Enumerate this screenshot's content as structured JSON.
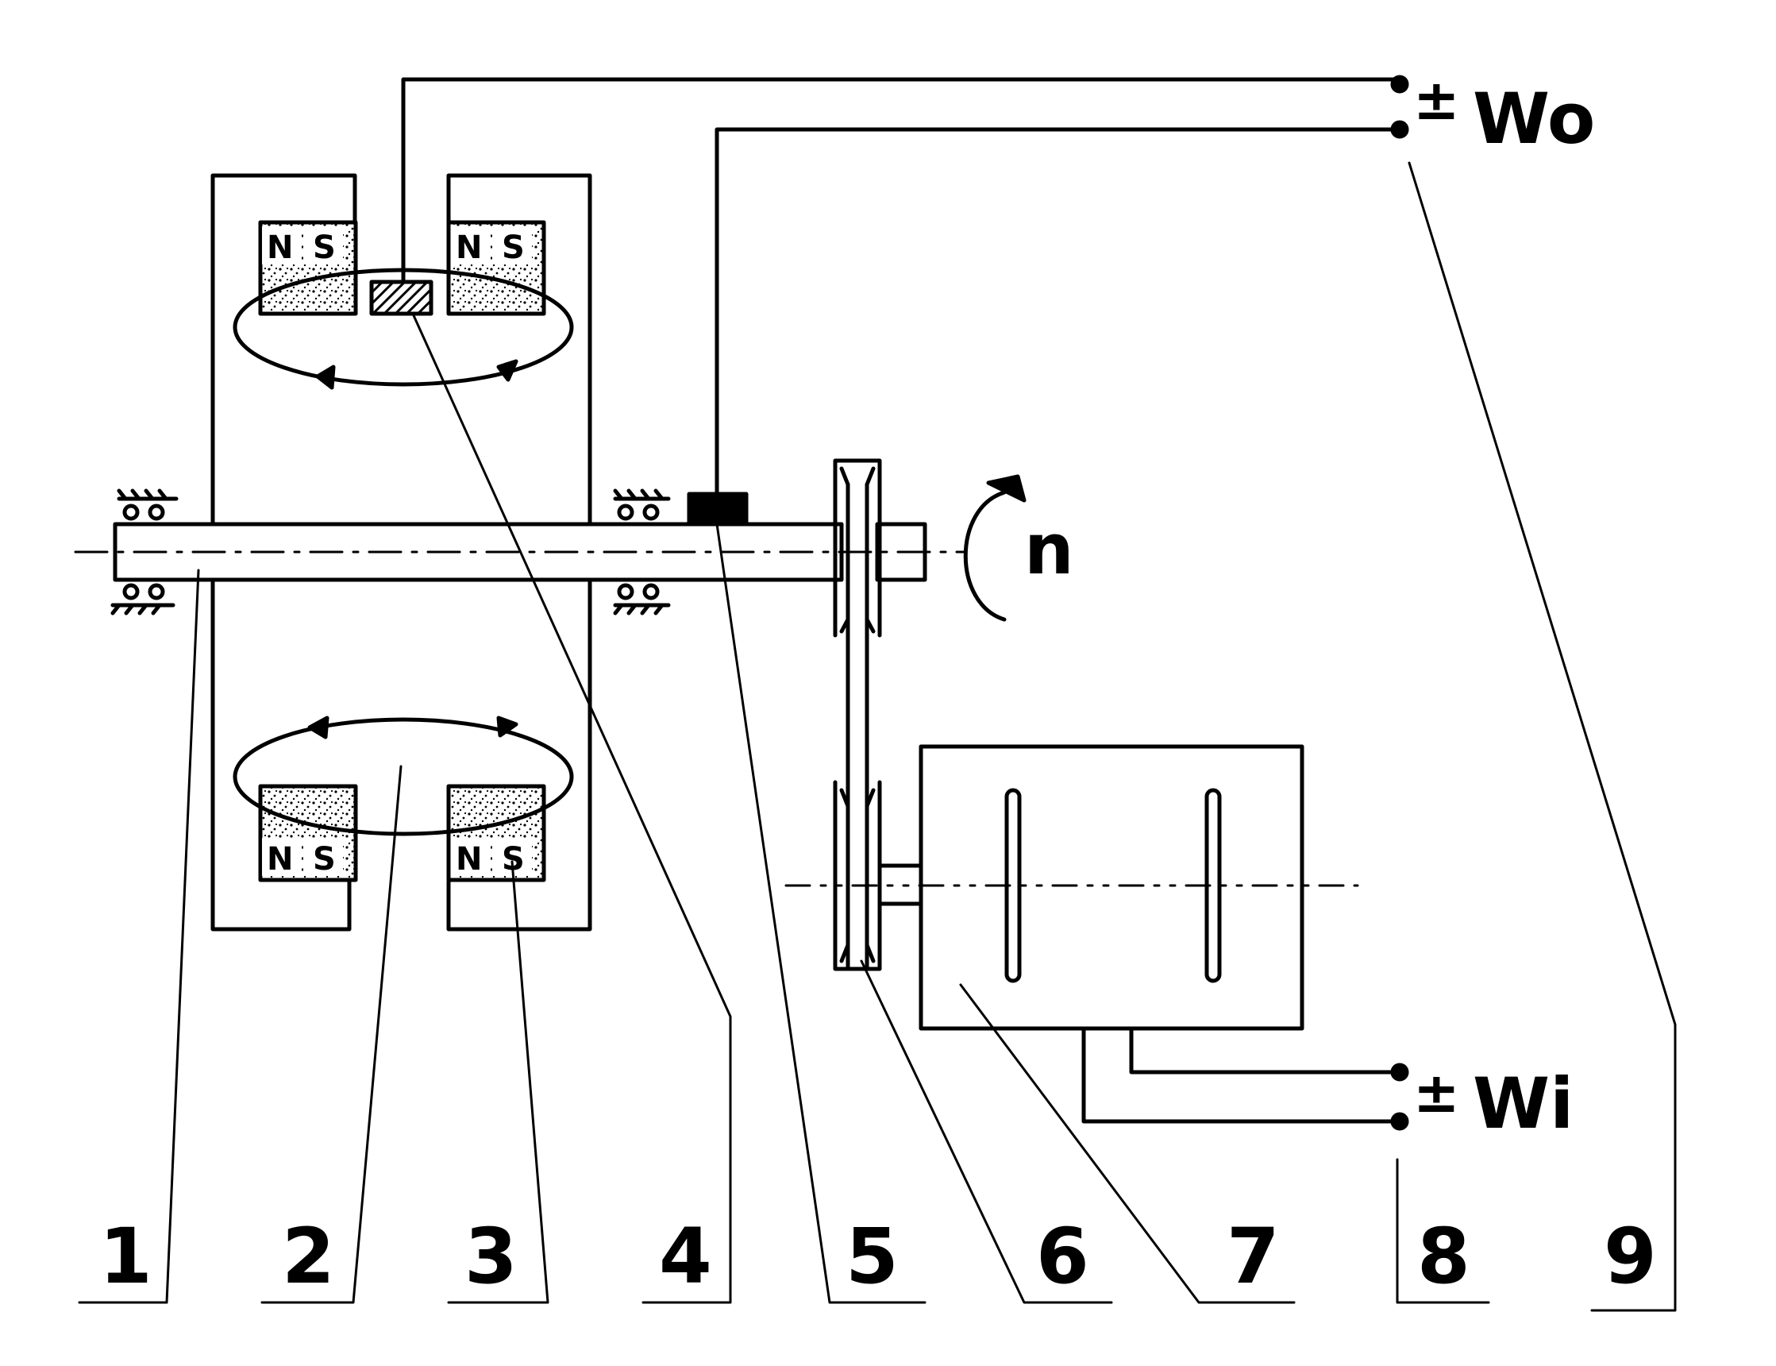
{
  "callouts": [
    "1",
    "2",
    "3",
    "4",
    "5",
    "6",
    "7",
    "8",
    "9"
  ],
  "pole_labels": {
    "north": "N",
    "south": "S"
  },
  "speed_label": "n",
  "output_terminal": {
    "signs": "±",
    "label": "Wo"
  },
  "input_terminal": {
    "signs": "±",
    "label": "Wi"
  },
  "colors": {
    "line": "#000000",
    "background": "#ffffff"
  }
}
